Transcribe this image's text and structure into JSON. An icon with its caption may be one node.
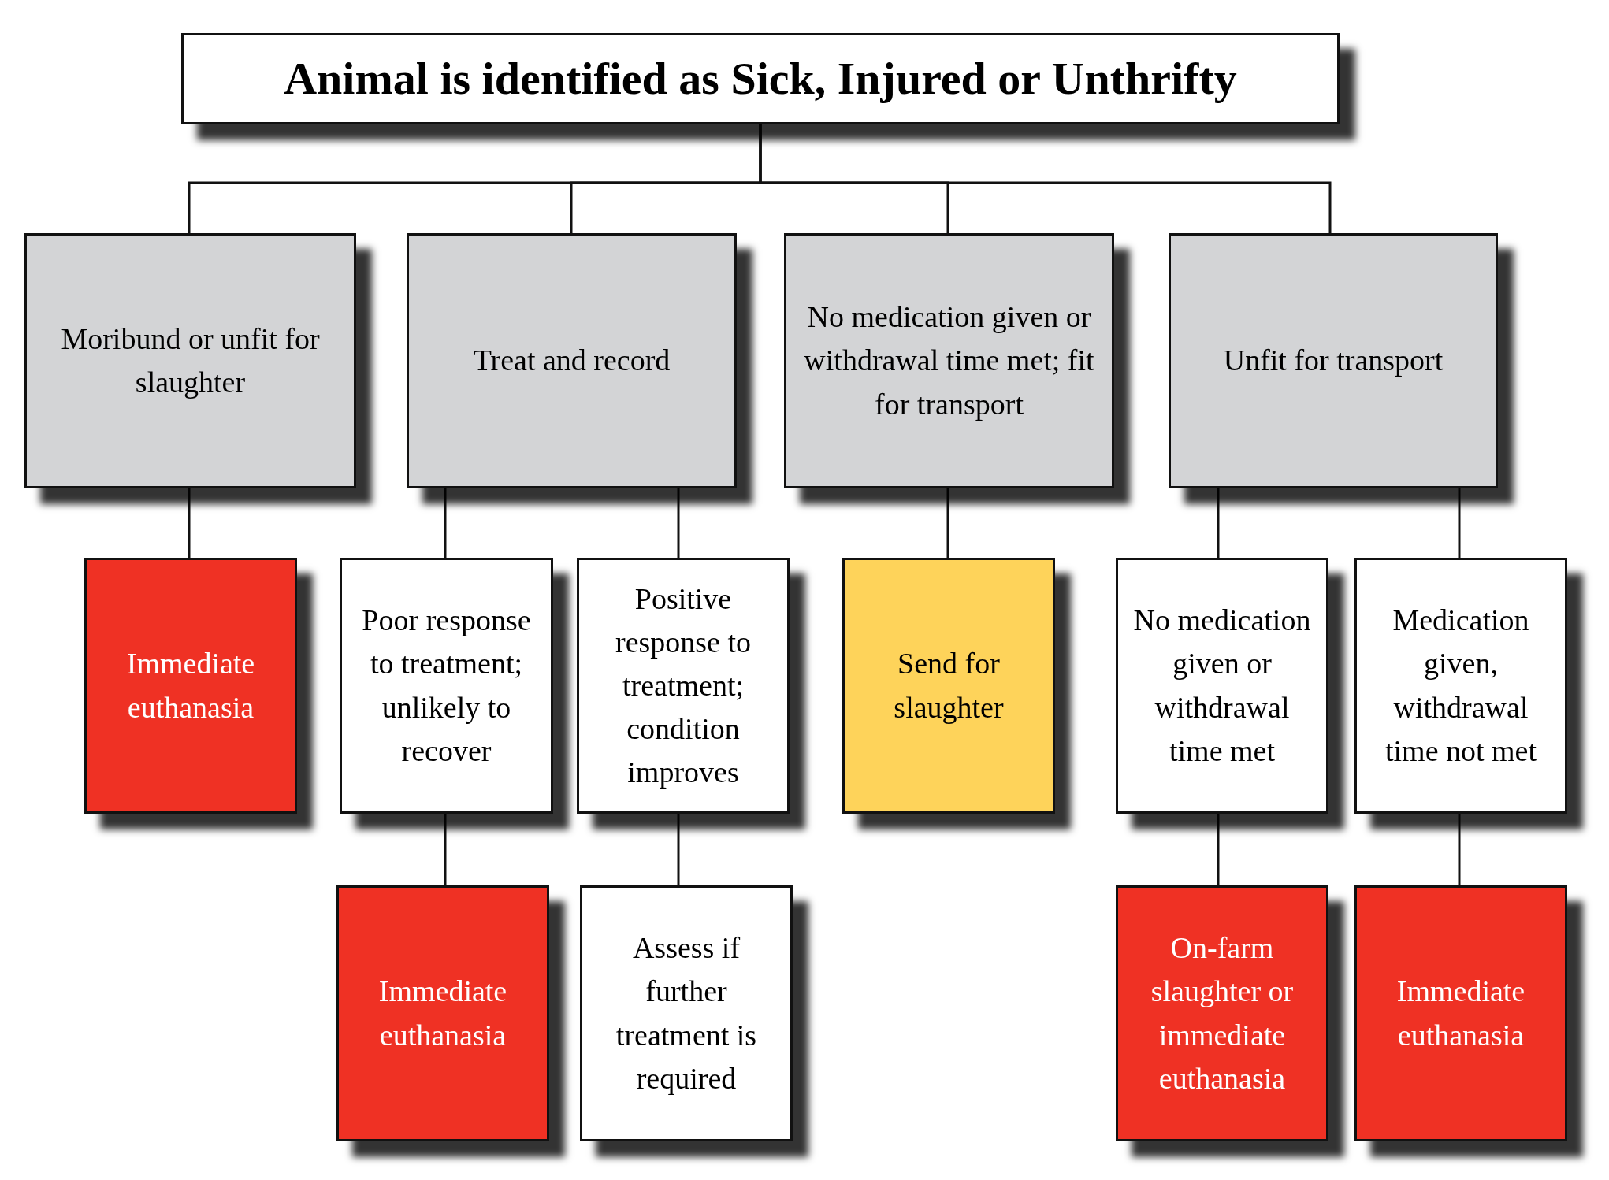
{
  "diagram": {
    "nodes": [
      {
        "text": [
          "Animal is identified as Sick, Injured or Unthrifty"
        ]
      },
      {
        "text": [
          "Moribund or unfit for slaughter"
        ]
      },
      {
        "text": [
          "Treat and record"
        ]
      },
      {
        "text": [
          "No medication given or withdrawal time met; fit for transport"
        ]
      },
      {
        "text": [
          "Unfit for transport"
        ]
      },
      {
        "text": [
          "Immediate euthanasia"
        ]
      },
      {
        "text": [
          "Poor response to treatment; unlikely to recover"
        ]
      },
      {
        "text": [
          "Positive response to treatment; condition improves"
        ]
      },
      {
        "text": [
          "Send for slaughter"
        ]
      },
      {
        "text": [
          "No medication given or withdrawal time met"
        ]
      },
      {
        "text": [
          "Medication given, withdrawal time not met"
        ]
      },
      {
        "text": [
          "Immediate euthanasia"
        ]
      },
      {
        "text": [
          "Assess if further treatment is required"
        ]
      },
      {
        "text": [
          "On-farm slaughter or immediate euthanasia"
        ]
      },
      {
        "text": [
          "Immediate euthanasia"
        ]
      }
    ],
    "edges": [
      {
        "from": 0,
        "to": 1,
        "arrow": "none"
      },
      {
        "from": 0,
        "to": 2,
        "arrow": "none"
      },
      {
        "from": 0,
        "to": 3,
        "arrow": "none"
      },
      {
        "from": 0,
        "to": 4,
        "arrow": "none"
      },
      {
        "from": 1,
        "to": 5,
        "arrow": "none"
      },
      {
        "from": 2,
        "to": 6,
        "arrow": "none"
      },
      {
        "from": 2,
        "to": 7,
        "arrow": "none"
      },
      {
        "from": 3,
        "to": 8,
        "arrow": "none"
      },
      {
        "from": 4,
        "to": 9,
        "arrow": "none"
      },
      {
        "from": 4,
        "to": 10,
        "arrow": "none"
      },
      {
        "from": 6,
        "to": 11,
        "arrow": "none"
      },
      {
        "from": 7,
        "to": 12,
        "arrow": "none"
      },
      {
        "from": 9,
        "to": 13,
        "arrow": "none"
      },
      {
        "from": 10,
        "to": 14,
        "arrow": "none"
      }
    ]
  }
}
